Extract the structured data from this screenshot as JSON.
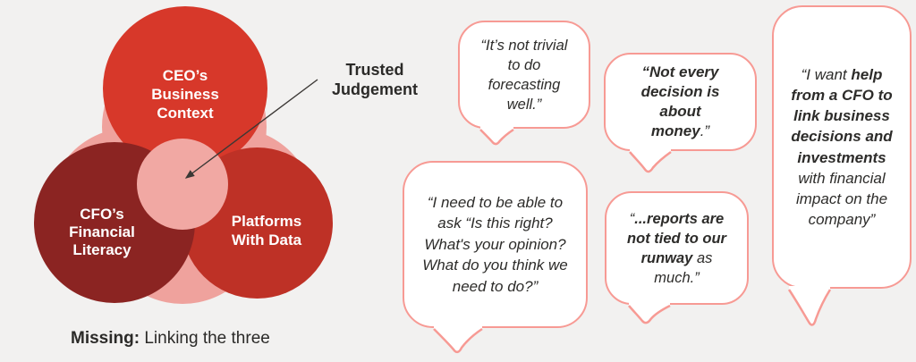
{
  "colors": {
    "background": "#F2F1F0",
    "venn_top_circle": "#D7382A",
    "venn_left_circle": "#8B2422",
    "venn_right_circle": "#BE3126",
    "venn_overlap_pink": "#EFA29D",
    "venn_center_pink": "#F1A8A3",
    "bubble_border": "#F79A94",
    "bubble_fill": "#FFFFFF",
    "text_dark": "#2D2C2A",
    "label_text": "#FFFFFF"
  },
  "diagram": {
    "top_circle_label": "CEO’s\nBusiness\nContext",
    "left_circle_label": "CFO’s\nFinancial\nLiteracy",
    "right_circle_label": "Platforms\nWith Data",
    "center_annotation": "Trusted\nJudgement",
    "caption_bold": "Missing:",
    "caption_rest": " Linking the three"
  },
  "bubbles": [
    {
      "id": "forecasting",
      "parts": [
        {
          "text": "“It’s not trivial to do forecasting well.”",
          "bold": false
        }
      ]
    },
    {
      "id": "ask-questions",
      "parts": [
        {
          "text": "“I need to be able to ask “Is this right? What's your opinion? What do you think we need to do?”",
          "bold": false
        }
      ]
    },
    {
      "id": "not-every-decision",
      "parts": [
        {
          "text": "“Not every decision is about money",
          "bold": true
        },
        {
          "text": ".”",
          "bold": false
        }
      ]
    },
    {
      "id": "reports-runway",
      "parts": [
        {
          "text": "“",
          "bold": false
        },
        {
          "text": "...reports are not tied to our runway",
          "bold": true
        },
        {
          "text": " as much.”",
          "bold": false
        }
      ]
    },
    {
      "id": "cfo-help",
      "parts": [
        {
          "text": "“I want ",
          "bold": false
        },
        {
          "text": "help from a CFO to link business decisions and investments",
          "bold": true
        },
        {
          "text": " with financial impact on the company”",
          "bold": false
        }
      ]
    }
  ]
}
